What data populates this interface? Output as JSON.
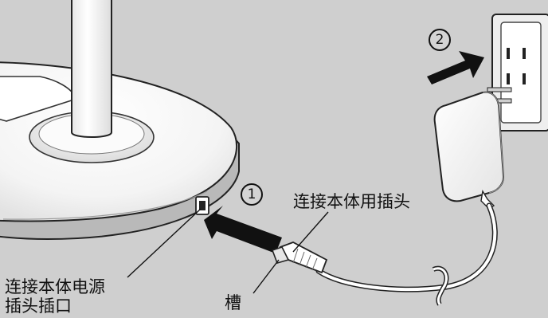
{
  "labels": {
    "step1": "1",
    "step2": "2",
    "plug_connector": "连接本体用插头",
    "groove": "槽",
    "socket_line1": "连接本体电源",
    "socket_line2": "插头插口"
  },
  "colors": {
    "background": "#cfcfcf",
    "lamp_body": "#f7f7f7",
    "lamp_shadow": "#b9b9b9",
    "outline": "#222222",
    "arrow": "#111111",
    "adapter": "#ffffff",
    "outlet_plate": "#f2f2f2"
  }
}
